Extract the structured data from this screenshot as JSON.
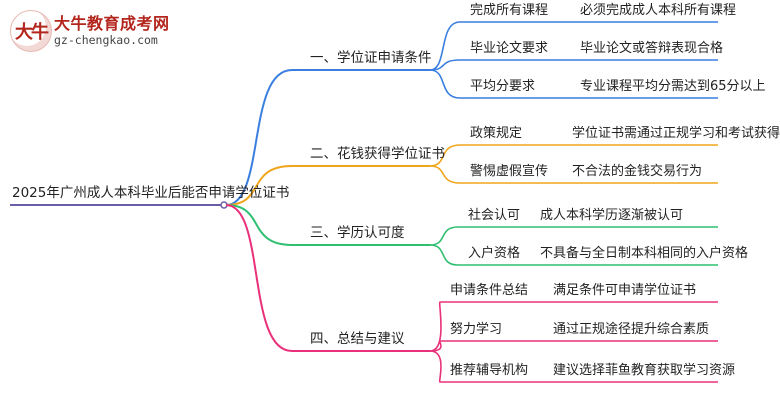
{
  "logo": {
    "title": "大牛教育成考网",
    "url": "gz-chengkao.com",
    "mark_text": "大牛"
  },
  "root": "2025年广州成人本科毕业后能否申请学位证书",
  "branches": [
    {
      "label": "一、学位证申请条件",
      "color": "#3a7fe0",
      "items": [
        {
          "key": "完成所有课程",
          "value": "必须完成成人本科所有课程"
        },
        {
          "key": "毕业论文要求",
          "value": "毕业论文或答辩表现合格"
        },
        {
          "key": "平均分要求",
          "value": "专业课程平均分需达到65分以上"
        }
      ]
    },
    {
      "label": "二、花钱获得学位证书",
      "color": "#efa51c",
      "items": [
        {
          "key": "政策规定",
          "value": "学位证书需通过正规学习和考试获得"
        },
        {
          "key": "警惕虚假宣传",
          "value": "不合法的金钱交易行为"
        }
      ]
    },
    {
      "label": "三、学历认可度",
      "color": "#2fbf71",
      "items": [
        {
          "key": "社会认可",
          "value": "成人本科学历逐渐被认可"
        },
        {
          "key": "入户资格",
          "value": "不具备与全日制本科相同的入户资格"
        }
      ]
    },
    {
      "label": "四、总结与建议",
      "color": "#e8317a",
      "items": [
        {
          "key": "申请条件总结",
          "value": "满足条件可申请学位证书"
        },
        {
          "key": "努力学习",
          "value": "通过正规途径提升综合素质"
        },
        {
          "key": "推荐辅导机构",
          "value": "建议选择菲鱼教育获取学习资源"
        }
      ]
    }
  ]
}
